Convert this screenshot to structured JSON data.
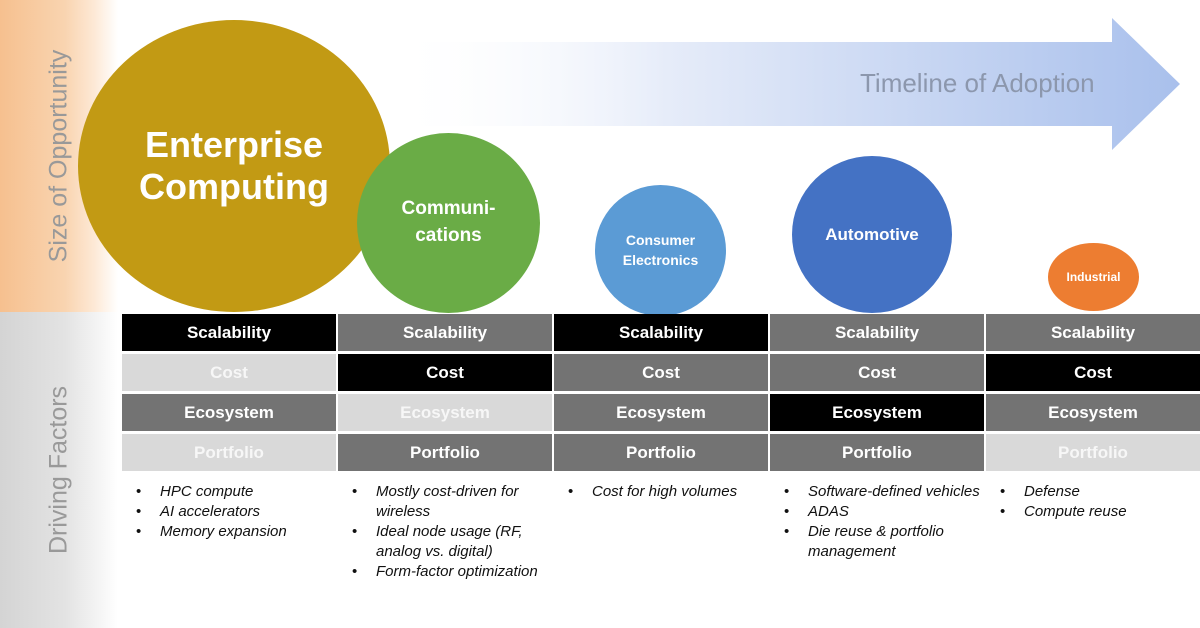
{
  "side_labels": {
    "top": "Size of Opportunity",
    "bottom": "Driving Factors"
  },
  "arrow": {
    "label": "Timeline of Adoption"
  },
  "segments": [
    {
      "id": "enterprise",
      "name": "Enterprise\nComputing",
      "color": "#c29a14",
      "factors": [
        {
          "label": "Scalability",
          "level": "black"
        },
        {
          "label": "Cost",
          "level": "light"
        },
        {
          "label": "Ecosystem",
          "level": "dark"
        },
        {
          "label": "Portfolio",
          "level": "light"
        }
      ],
      "bullets": [
        "HPC compute",
        "AI accelerators",
        "Memory expansion"
      ]
    },
    {
      "id": "comm",
      "name": "Communi-\ncations",
      "color": "#6aac46",
      "factors": [
        {
          "label": "Scalability",
          "level": "dark"
        },
        {
          "label": "Cost",
          "level": "black"
        },
        {
          "label": "Ecosystem",
          "level": "light"
        },
        {
          "label": "Portfolio",
          "level": "dark"
        }
      ],
      "bullets": [
        "Mostly cost-driven for wireless",
        "Ideal node usage (RF, analog vs. digital)",
        "Form-factor optimization"
      ]
    },
    {
      "id": "consumer",
      "name": "Consumer\nElectronics",
      "color": "#5b9bd5",
      "factors": [
        {
          "label": "Scalability",
          "level": "black"
        },
        {
          "label": "Cost",
          "level": "dark"
        },
        {
          "label": "Ecosystem",
          "level": "dark"
        },
        {
          "label": "Portfolio",
          "level": "dark"
        }
      ],
      "bullets": [
        "Cost for high volumes"
      ]
    },
    {
      "id": "auto",
      "name": "Automotive",
      "color": "#4472c4",
      "factors": [
        {
          "label": "Scalability",
          "level": "dark"
        },
        {
          "label": "Cost",
          "level": "dark"
        },
        {
          "label": "Ecosystem",
          "level": "black"
        },
        {
          "label": "Portfolio",
          "level": "dark"
        }
      ],
      "bullets": [
        "Software-defined vehicles",
        "ADAS",
        "Die reuse & portfolio management"
      ]
    },
    {
      "id": "industrial",
      "name": "Industrial",
      "color": "#ed7d31",
      "factors": [
        {
          "label": "Scalability",
          "level": "dark"
        },
        {
          "label": "Cost",
          "level": "black"
        },
        {
          "label": "Ecosystem",
          "level": "dark"
        },
        {
          "label": "Portfolio",
          "level": "light"
        }
      ],
      "bullets": [
        "Defense",
        "Compute reuse"
      ]
    }
  ]
}
